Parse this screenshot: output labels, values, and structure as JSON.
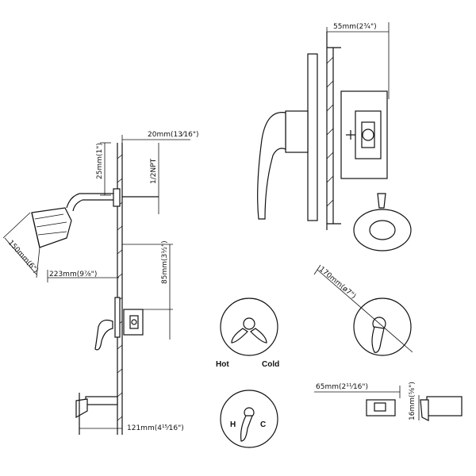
{
  "dimensions": {
    "top_right_depth": "55mm(2¾\")",
    "wall_offset": "20mm(13⁄16\")",
    "arm_drop": "25mm(1\")",
    "thread": "1/2NPT",
    "head_dia": "150mm(6\")",
    "arm_reach": "223mm(9⅞\")",
    "valve_height": "85mm(3½\")",
    "spout_reach_left": "121mm(4¹⁵⁄16\")",
    "plate_dia": "170mm(ø7\")",
    "spout_reach_right": "65mm(2¹¹⁄16\")",
    "spout_height": "16mm(⅝\")"
  },
  "labels": {
    "hot": "Hot",
    "cold": "Cold",
    "h": "H",
    "c": "C"
  }
}
